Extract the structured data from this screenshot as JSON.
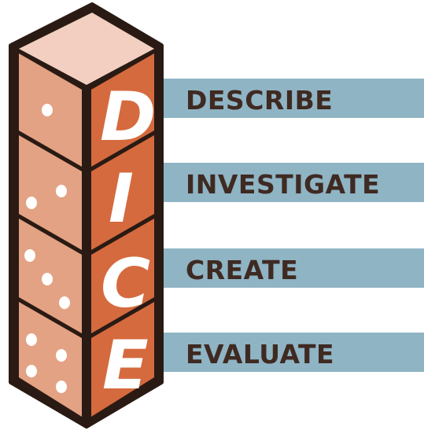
{
  "cube_letters": [
    "D",
    "I",
    "C",
    "E"
  ],
  "steps": [
    {
      "label": "DESCRIBE"
    },
    {
      "label": "INVESTIGATE"
    },
    {
      "label": "CREATE"
    },
    {
      "label": "EVALUATE"
    }
  ],
  "die_faces": [
    1,
    2,
    3,
    4
  ],
  "colors": {
    "band": "#8fb4c4",
    "label_text": "#3f2a22",
    "cube_top": "#f2cfc1",
    "cube_left": "#e3a283",
    "cube_right": "#d56a3e",
    "cube_outline": "#2a1a14",
    "letter": "#ffffff",
    "pip": "#ffffff"
  }
}
